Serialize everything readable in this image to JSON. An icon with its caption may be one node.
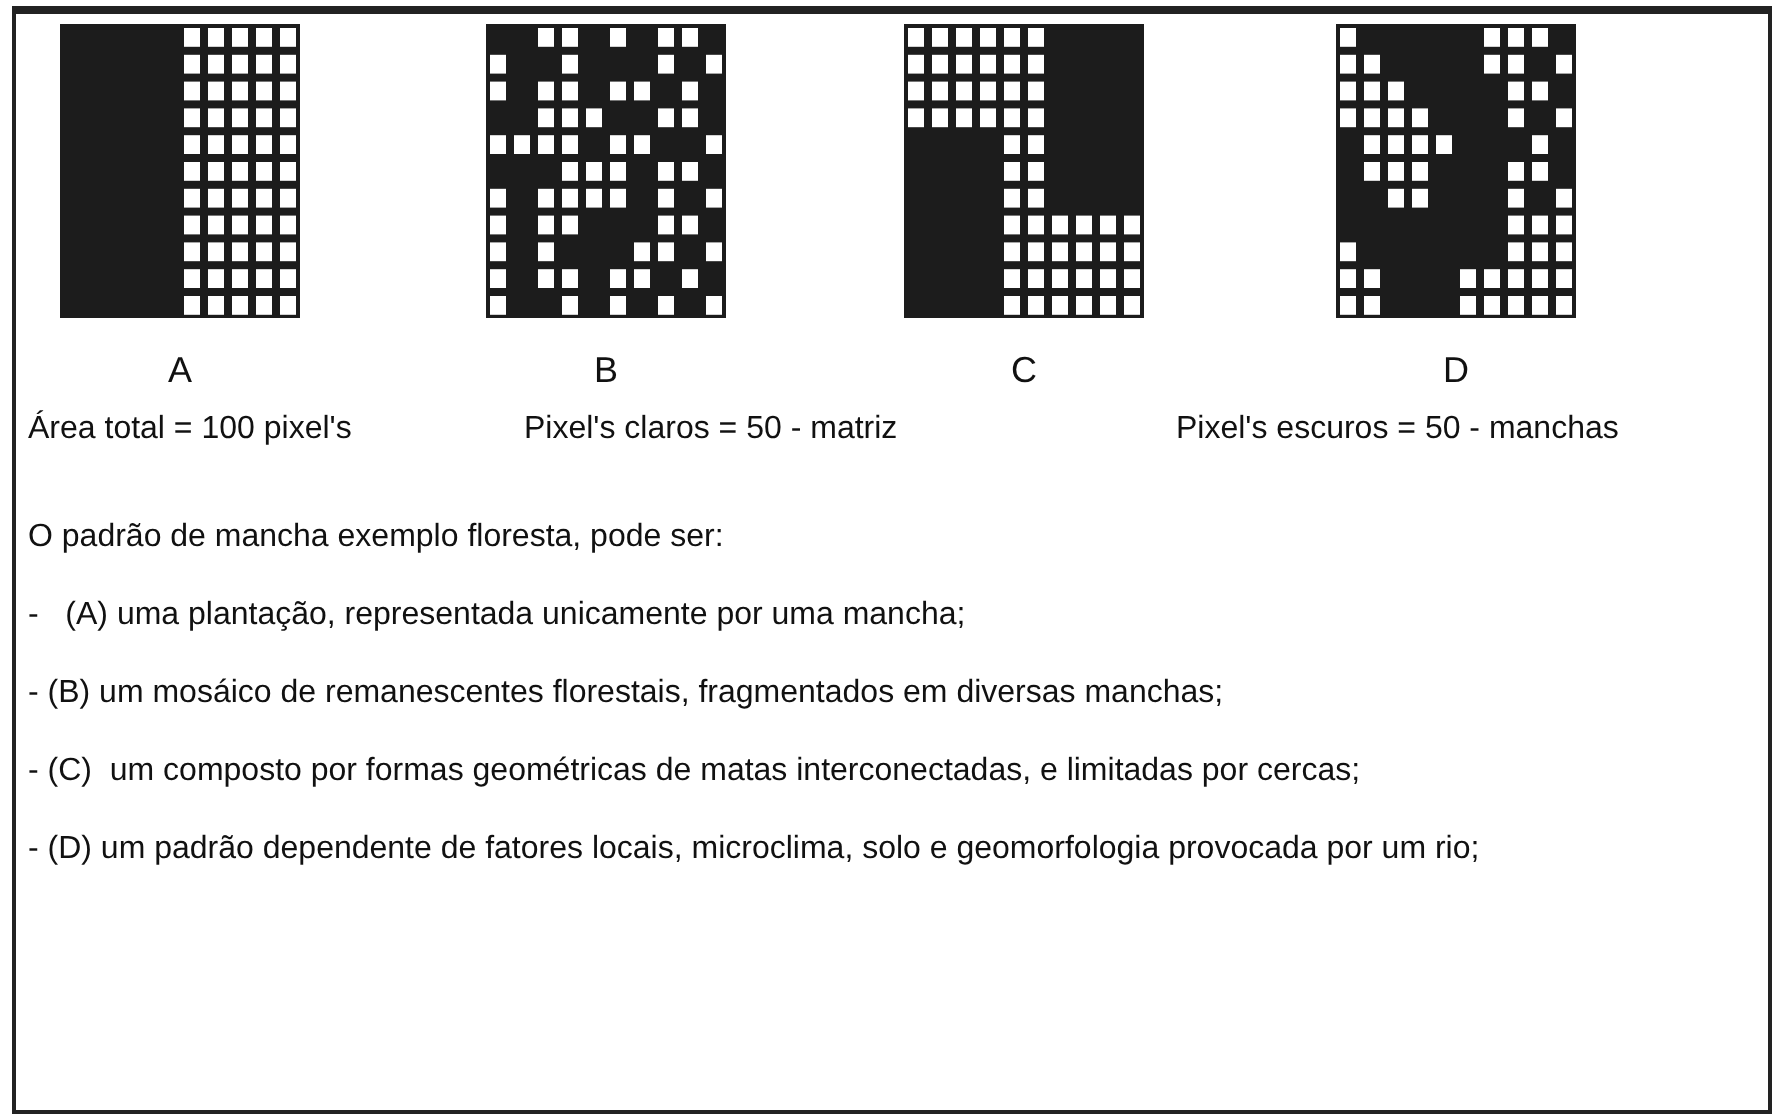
{
  "diagram": {
    "labels": [
      "A",
      "B",
      "C",
      "D",
      "Área total = 100 pixel's",
      "Pixel's claros = 50 - matriz",
      "Pixel's escuros = 50 - manchas",
      "O padrão de mancha exemplo floresta, pode ser:",
      "-   (A) uma plantação, representada unicamente por uma mancha;",
      "- (B) um mosáico de remanescentes florestais, fragmentados em diversas manchas;",
      "- (C)  um composto por formas geométricas de matas interconectadas, e limitadas por cercas;",
      "- (D) um padrão dependente de fatores locais, microclima, solo e geomorfologia provocada por um rio;"
    ]
  }
}
